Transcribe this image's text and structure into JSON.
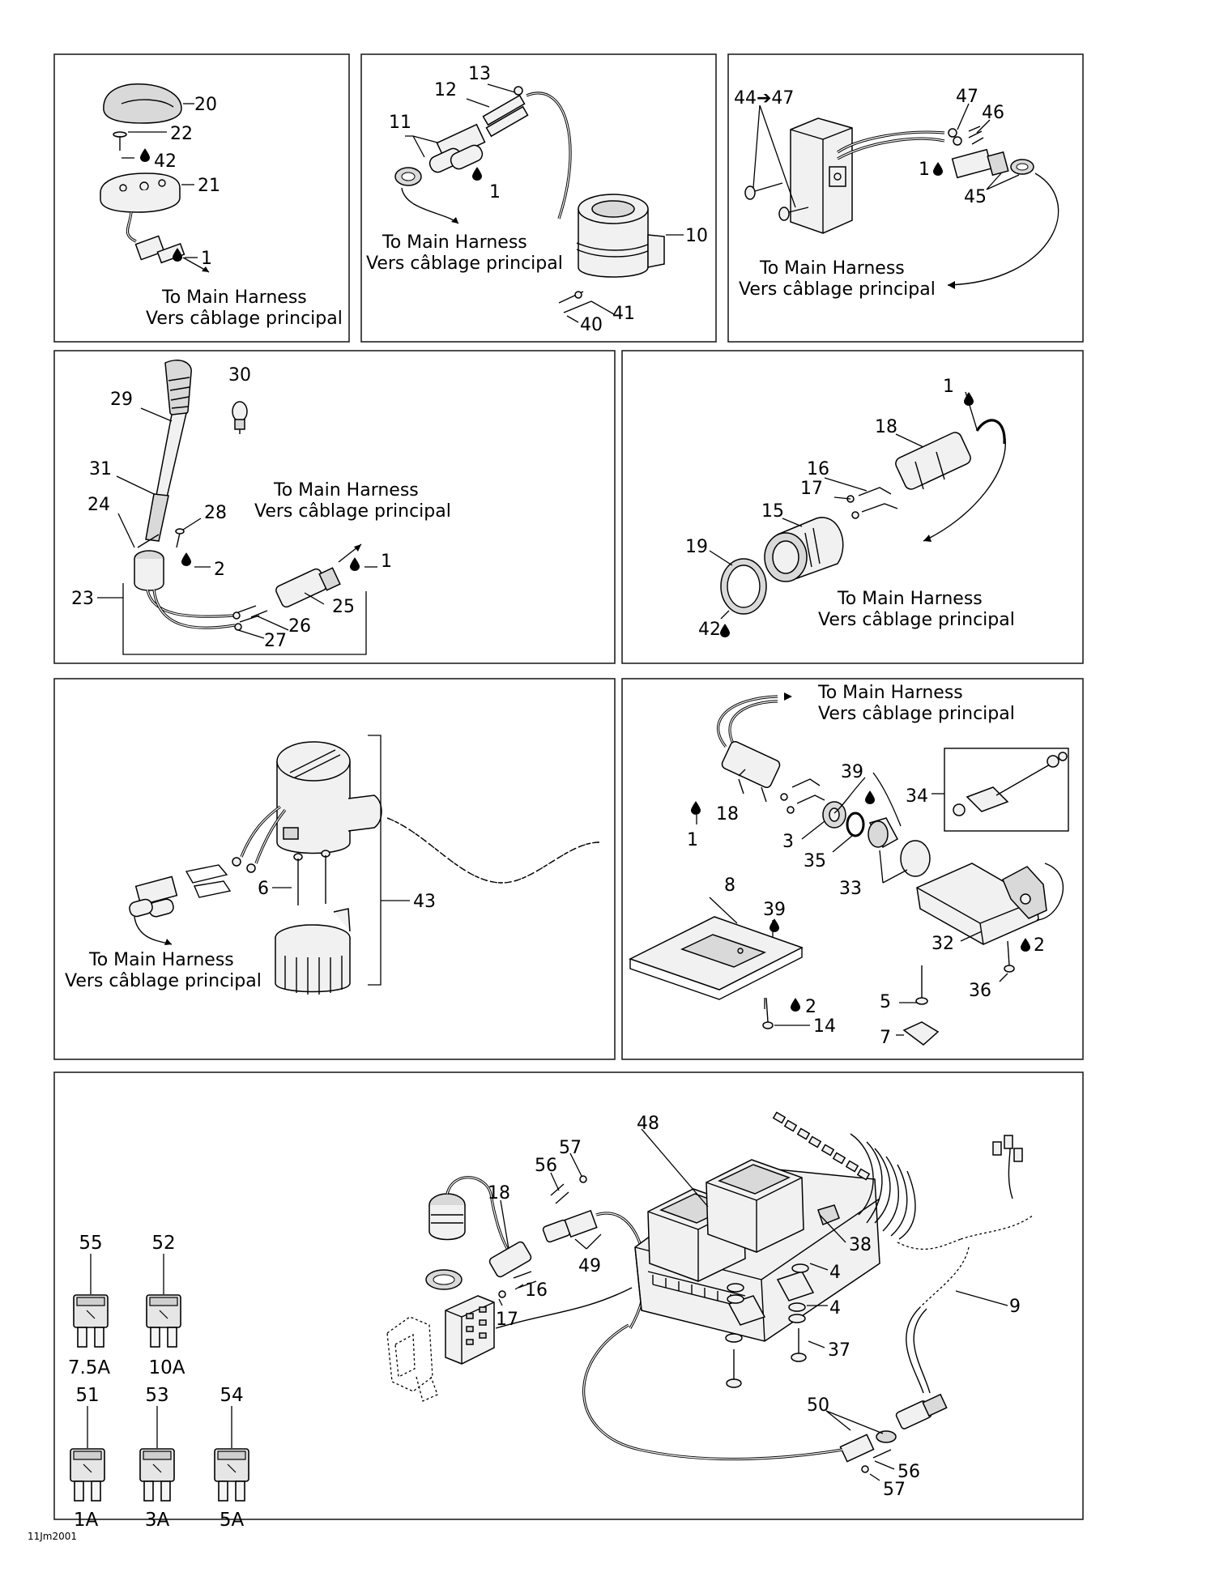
{
  "harness_caption": {
    "en": "To Main Harness",
    "fr": "Vers câblage principal"
  },
  "drawing_code": "11Jm2001",
  "panels": [
    {
      "id": "p1",
      "labels": [
        "20",
        "22",
        "42",
        "21",
        "1"
      ]
    },
    {
      "id": "p2",
      "labels": [
        "13",
        "12",
        "11",
        "1",
        "10",
        "41",
        "40"
      ]
    },
    {
      "id": "p3",
      "labels": [
        "44➔47",
        "47",
        "46",
        "1",
        "45"
      ]
    },
    {
      "id": "p4",
      "labels": [
        "30",
        "29",
        "31",
        "24",
        "28",
        "2",
        "1",
        "23",
        "25",
        "26",
        "27"
      ]
    },
    {
      "id": "p5",
      "labels": [
        "1",
        "18",
        "16",
        "17",
        "15",
        "19",
        "42"
      ]
    },
    {
      "id": "p6",
      "labels": [
        "6",
        "43"
      ]
    },
    {
      "id": "p7",
      "labels": [
        "39",
        "34",
        "1",
        "18",
        "3",
        "35",
        "33",
        "8",
        "39",
        "32",
        "2",
        "36",
        "5",
        "2",
        "14",
        "7"
      ]
    },
    {
      "id": "p8",
      "labels": [
        "48",
        "57",
        "56",
        "18",
        "49",
        "38",
        "4",
        "4",
        "37",
        "16",
        "17",
        "9",
        "50",
        "56",
        "57"
      ]
    }
  ],
  "fuses": [
    {
      "part": "55",
      "rating": "7.5A"
    },
    {
      "part": "52",
      "rating": "10A"
    },
    {
      "part": "51",
      "rating": "1A"
    },
    {
      "part": "53",
      "rating": "3A"
    },
    {
      "part": "54",
      "rating": "5A"
    }
  ]
}
